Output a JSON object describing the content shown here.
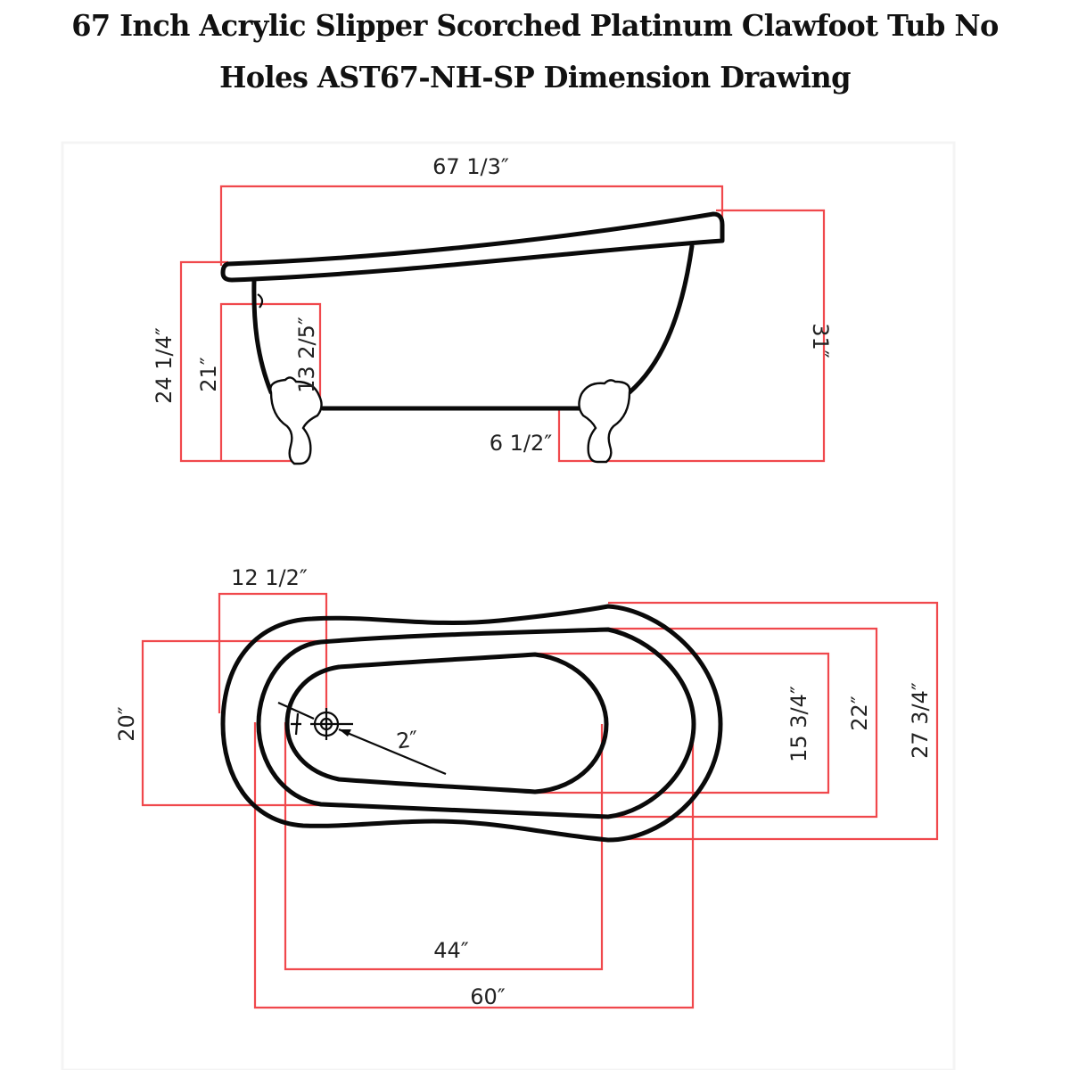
{
  "title": {
    "line1": "67 Inch Acrylic Slipper Scorched Platinum Clawfoot Tub No",
    "line2": "Holes AST67-NH-SP Dimension Drawing"
  },
  "colors": {
    "dimension_lines": "#f0484c",
    "outline": "#0a0a0a",
    "background": "#ffffff"
  },
  "side_view": {
    "overall_length": "67 1/3″",
    "rim_height_low_end": "24 1/4″",
    "interior_height": "21″",
    "foot_to_wall": "13 2/5″",
    "overall_height": "31″",
    "foot_offset": "6 1/2″"
  },
  "top_view": {
    "drain_offset": "12 1/2″",
    "drain_diameter": "2″",
    "end_width": "20″",
    "interior_width": "15 3/4″",
    "inner_rim_width": "22″",
    "overall_width": "27 3/4″",
    "interior_length": "44″",
    "inner_rim_length": "60″"
  }
}
